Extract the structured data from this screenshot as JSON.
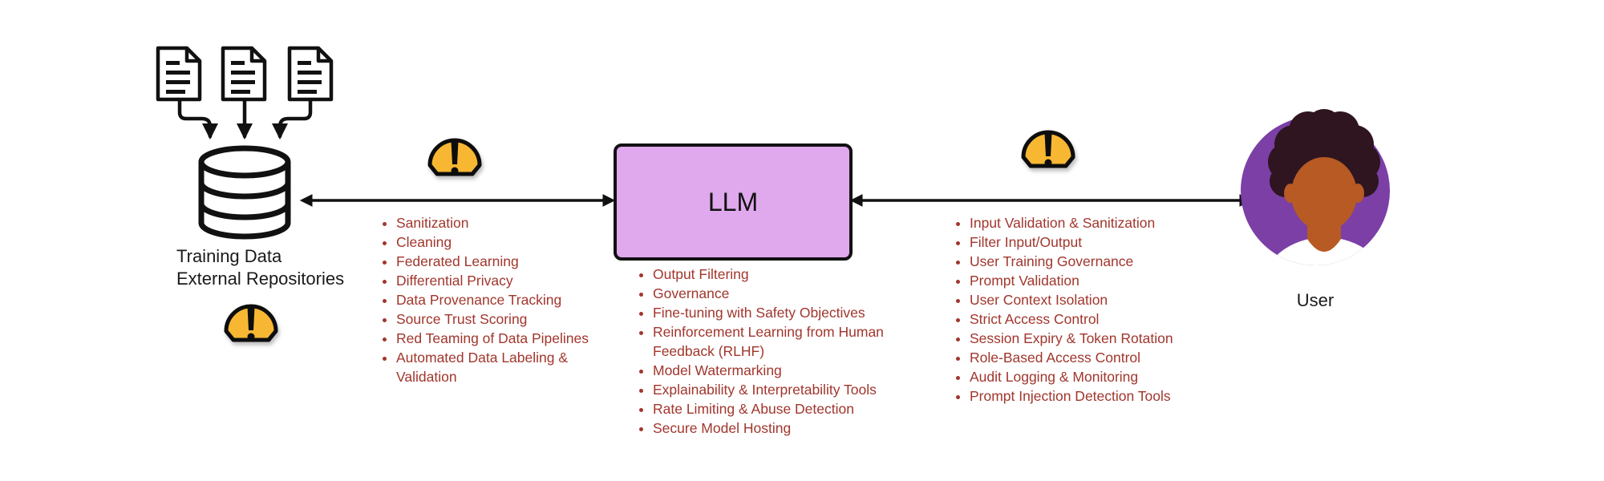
{
  "data_source": {
    "caption_line1": "Training Data",
    "caption_line2": "External Repositories",
    "document_count": 3
  },
  "model": {
    "label": "LLM",
    "fill_color": "#e0a8ed"
  },
  "user": {
    "label": "User",
    "avatar_background": "#7b3fa6"
  },
  "warning_color": "#f7b731",
  "list_color": "#a1362d",
  "data_controls": [
    "Sanitization",
    "Cleaning",
    "Federated Learning",
    "Differential Privacy",
    "Data Provenance Tracking",
    "Source Trust Scoring",
    "Red Teaming of Data Pipelines",
    "Automated Data Labeling & Validation"
  ],
  "model_controls": [
    "Output Filtering",
    "Governance",
    "Fine-tuning with Safety Objectives",
    "Reinforcement Learning from Human Feedback (RLHF)",
    "Model Watermarking",
    "Explainability & Interpretability Tools",
    "Rate Limiting & Abuse Detection",
    "Secure Model Hosting"
  ],
  "user_controls": [
    "Input Validation & Sanitization",
    "Filter Input/Output",
    "User Training Governance",
    "Prompt Validation",
    "User Context Isolation",
    "Strict Access Control",
    "Session Expiry & Token Rotation",
    "Role-Based Access Control",
    "Audit Logging & Monitoring",
    "Prompt Injection Detection Tools"
  ]
}
